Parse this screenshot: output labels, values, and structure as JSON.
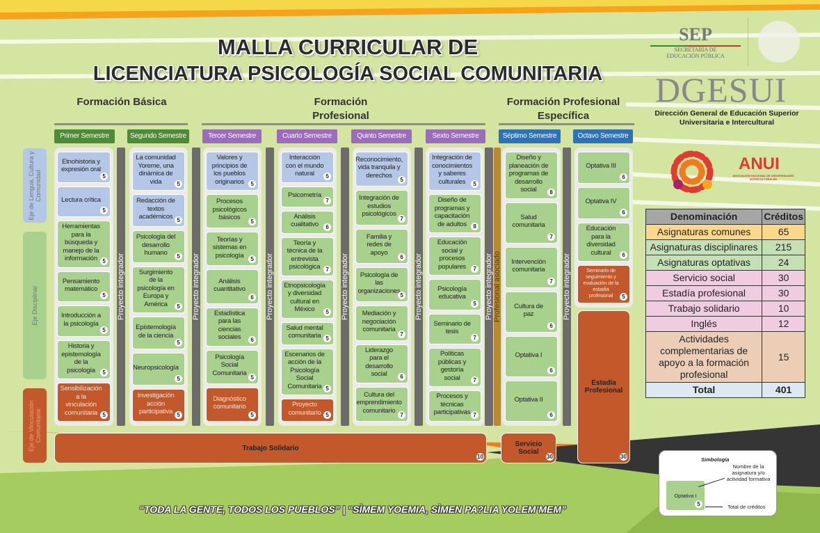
{
  "title": {
    "line1": "MALLA CURRICULAR DE",
    "line2": "LICENCIATURA PSICOLOGÍA SOCIAL COMUNITARIA"
  },
  "formations": {
    "basica": "Formación Básica",
    "profesional": "Formación Profesional",
    "especifica": "Formación Profesional Específica"
  },
  "axes": {
    "lengua": "Eje de Lengua, Cultura y Comunidad",
    "disciplinar": "Eje Disciplinar",
    "vinculacion": "Eje de Vinculación Comunitaria"
  },
  "bars": {
    "proyecto_integrador": "Proyecto integrador",
    "profesional_asociado": "Profesional asociado"
  },
  "semesters": [
    {
      "name": "Primer Semestre",
      "courses": [
        {
          "n": "Etnohistoria y expresión oral",
          "c": "5",
          "t": "l"
        },
        {
          "n": "Lectura crítica",
          "c": "5",
          "t": "l"
        },
        {
          "n": "Herramientas para la búsqueda y manejo de la información",
          "c": "5",
          "t": "d"
        },
        {
          "n": "Pensamiento matemático",
          "c": "5",
          "t": "d"
        },
        {
          "n": "Introducción a la psicología",
          "c": "5",
          "t": "d"
        },
        {
          "n": "Historia y epistemología de la psicología",
          "c": "5",
          "t": "d"
        },
        {
          "n": "Sensibilización a la vinculación comunitaria",
          "c": "5",
          "t": "v"
        }
      ]
    },
    {
      "name": "Segundo Semestre",
      "courses": [
        {
          "n": "La comunidad Yoreme, una dinámica de vida",
          "c": "5",
          "t": "l"
        },
        {
          "n": "Redacción de textos académicos",
          "c": "5",
          "t": "l"
        },
        {
          "n": "Psicología del desarrollo humano",
          "c": "5",
          "t": "d"
        },
        {
          "n": "Surgimiento de la psicología en Europa y América",
          "c": "5",
          "t": "d"
        },
        {
          "n": "Epistemología de la ciencia",
          "c": "5",
          "t": "d"
        },
        {
          "n": "Neuropsicología",
          "c": "5",
          "t": "d"
        },
        {
          "n": "Investigación acción participativa",
          "c": "5",
          "t": "v"
        }
      ]
    },
    {
      "name": "Tercer Semestre",
      "courses": [
        {
          "n": "Valores y principios de los pueblos originarios",
          "c": "5",
          "t": "l"
        },
        {
          "n": "Procesos psicológicos básicos",
          "c": "5",
          "t": "d"
        },
        {
          "n": "Teorías y sistemas en psicología",
          "c": "5",
          "t": "d"
        },
        {
          "n": "Análisis cuantitativo",
          "c": "6",
          "t": "d"
        },
        {
          "n": "Estadística para las ciencias sociales",
          "c": "6",
          "t": "d"
        },
        {
          "n": "Psicología Social Comunitaria",
          "c": "5",
          "t": "d"
        },
        {
          "n": "Diagnóstico comunitario",
          "c": "5",
          "t": "v"
        }
      ]
    },
    {
      "name": "Cuarto Semestre",
      "courses": [
        {
          "n": "Interacción con el mundo natural",
          "c": "5",
          "t": "l"
        },
        {
          "n": "Psicometría",
          "c": "7",
          "t": "d"
        },
        {
          "n": "Análisis cualitativo",
          "c": "6",
          "t": "d"
        },
        {
          "n": "Teoría y técnica de la entrevista psicológica",
          "c": "7",
          "t": "d"
        },
        {
          "n": "Etnopsicología y diversidad cultural en México",
          "c": "5",
          "t": "d"
        },
        {
          "n": "Salud mental comunitaria",
          "c": "5",
          "t": "d"
        },
        {
          "n": "Escenarios de acción de la Psicología Social Comunitaria",
          "c": "5",
          "t": "d"
        },
        {
          "n": "Proyecto comunitario",
          "c": "5",
          "t": "v"
        }
      ]
    },
    {
      "name": "Quinto Semestre",
      "courses": [
        {
          "n": "Reconocimiento, vida tranquila y derechos",
          "c": "5",
          "t": "l"
        },
        {
          "n": "Integración de estudios psicológicos",
          "c": "7",
          "t": "d"
        },
        {
          "n": "Familia y redes de apoyo",
          "c": "6",
          "t": "d"
        },
        {
          "n": "Psicología de las organizaciones",
          "c": "5",
          "t": "d"
        },
        {
          "n": "Mediación y negociación comunitaria",
          "c": "7",
          "t": "d"
        },
        {
          "n": "Liderazgo para el desarrollo social",
          "c": "6",
          "t": "d"
        },
        {
          "n": "Cultura del emprendimiento comunitario",
          "c": "7",
          "t": "d"
        }
      ]
    },
    {
      "name": "Sexto Semestre",
      "courses": [
        {
          "n": "Integración de conocimientos y saberes culturales",
          "c": "5",
          "t": "l"
        },
        {
          "n": "Diseño de programas y capacitación de adultos",
          "c": "8",
          "t": "d"
        },
        {
          "n": "Educación social y procesos populares",
          "c": "7",
          "t": "d"
        },
        {
          "n": "Psicología educativa",
          "c": "5",
          "t": "d"
        },
        {
          "n": "Seminario de tesis",
          "c": "7",
          "t": "d"
        },
        {
          "n": "Políticas públicas y gestoría social",
          "c": "7",
          "t": "d"
        },
        {
          "n": "Procesos y técnicas participativas",
          "c": "7",
          "t": "d"
        }
      ]
    },
    {
      "name": "Séptimo Semestre",
      "courses": [
        {
          "n": "Diseño y planeación de programas de desarrollo social",
          "c": "8",
          "t": "d"
        },
        {
          "n": "Salud comunitaria",
          "c": "7",
          "t": "d"
        },
        {
          "n": "Intervención comunitaria",
          "c": "7",
          "t": "d"
        },
        {
          "n": "Cultura de paz",
          "c": "6",
          "t": "d"
        },
        {
          "n": "Optativa I",
          "c": "6",
          "t": "d"
        },
        {
          "n": "Optativa II",
          "c": "6",
          "t": "d"
        }
      ]
    },
    {
      "name": "Octavo Semestre",
      "courses": [
        {
          "n": "Optativa III",
          "c": "6",
          "t": "d"
        },
        {
          "n": "Optativa IV",
          "c": "6",
          "t": "d"
        },
        {
          "n": "Educación para la diversidad cultural",
          "c": "6",
          "t": "d"
        },
        {
          "n": "Seminario de seguimiento y evaluación de la estadía profesional",
          "c": "5",
          "t": "v"
        }
      ]
    }
  ],
  "wide": {
    "trabajo": {
      "n": "Trabajo Solidario",
      "c": "10"
    },
    "servicio": {
      "n": "Servicio Social",
      "c": "30"
    },
    "estadia": {
      "n": "Estadía Profesional",
      "c": "30"
    }
  },
  "credits_table": {
    "headers": [
      "Denominación",
      "Créditos"
    ],
    "rows": [
      {
        "label": "Asignaturas comunes",
        "value": "65",
        "color": "#fdd88a"
      },
      {
        "label": "Asignaturas disciplinares",
        "value": "215",
        "color": "#c5e0b4"
      },
      {
        "label": "Asignaturas optativas",
        "value": "24",
        "color": "#c5e0b4"
      },
      {
        "label": "Servicio social",
        "value": "30",
        "color": "#f0cce0"
      },
      {
        "label": "Estadía profesional",
        "value": "30",
        "color": "#f0cce0"
      },
      {
        "label": "Trabajo solidario",
        "value": "10",
        "color": "#f0cce0"
      },
      {
        "label": "Inglés",
        "value": "12",
        "color": "#f0cce0"
      },
      {
        "label": "Actividades complementarias de apoyo a la formación profesional",
        "value": "15",
        "color": "#eccdb5"
      }
    ],
    "total": {
      "label": "Total",
      "value": "401",
      "color": "#dde8f3"
    }
  },
  "logos": {
    "sep": "SEP",
    "sep_sub1": "SECRETARÍA DE",
    "sep_sub2": "EDUCACIÓN PÚBLICA",
    "dgesui": "DGESUI",
    "dgesui_sub1": "Dirección General de Educación Superior",
    "dgesui_sub2": "Universitaria e Intercultural",
    "anui": "ANUI",
    "anui_sub": "ASOCIACIÓN NACIONAL DE UNIVERSIDADES INTERCULTURALES"
  },
  "legend": {
    "title": "Simbología",
    "sample": "Optativa I",
    "sample_credits": "5",
    "name_label": "Nombre de la asignatura y/o actividad formativa",
    "credits_label": "Total de créditos"
  },
  "footer": {
    "quote": "“TODA LA GENTE, TODOS LOS PUEBLOS” | “SÌMEM YOEMIA, SÌMEN PA?LIA YOLEM’MEM”"
  }
}
